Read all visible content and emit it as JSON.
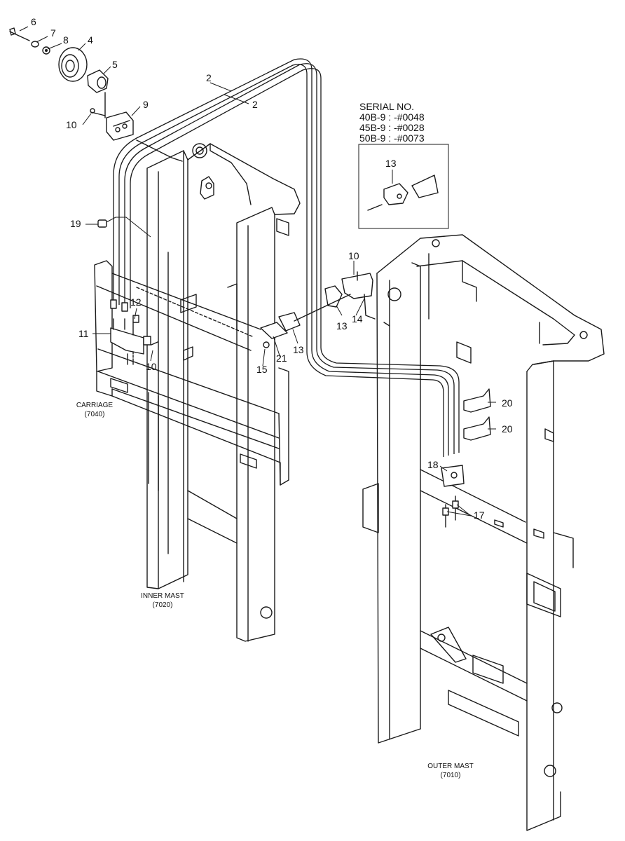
{
  "part_numbers": {
    "p2a": "2",
    "p2b": "2",
    "p4": "4",
    "p5": "5",
    "p6": "6",
    "p7": "7",
    "p8": "8",
    "p9": "9",
    "p10a": "10",
    "p10b": "10",
    "p10c": "10",
    "p11": "11",
    "p12": "12",
    "p13a": "13",
    "p13b": "13",
    "p13c": "13",
    "p14": "14",
    "p15": "15",
    "p17": "17",
    "p18": "18",
    "p19": "19",
    "p20a": "20",
    "p20b": "20",
    "p21": "21"
  },
  "assemblies": {
    "carriage": {
      "name": "CARRIAGE",
      "code": "(7040)"
    },
    "inner_mast": {
      "name": "INNER MAST",
      "code": "(7020)"
    },
    "outer_mast": {
      "name": "OUTER MAST",
      "code": "(7010)"
    }
  },
  "serial_box": {
    "title": "SERIAL NO.",
    "lines": [
      "40B-9 : -#0048",
      "45B-9 : -#0028",
      "50B-9 : -#0073"
    ]
  }
}
